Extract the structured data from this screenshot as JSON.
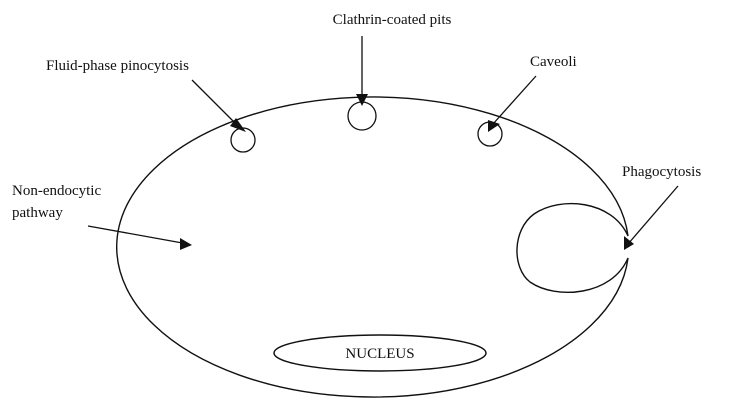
{
  "labels": {
    "clathrin": "Clathrin-coated pits",
    "fluid_phase": "Fluid-phase pinocytosis",
    "caveoli": "Caveoli",
    "non_endocytic_line1": "Non-endocytic",
    "non_endocytic_line2": "pathway",
    "phagocytosis": "Phagocytosis",
    "nucleus": "NUCLEUS"
  }
}
